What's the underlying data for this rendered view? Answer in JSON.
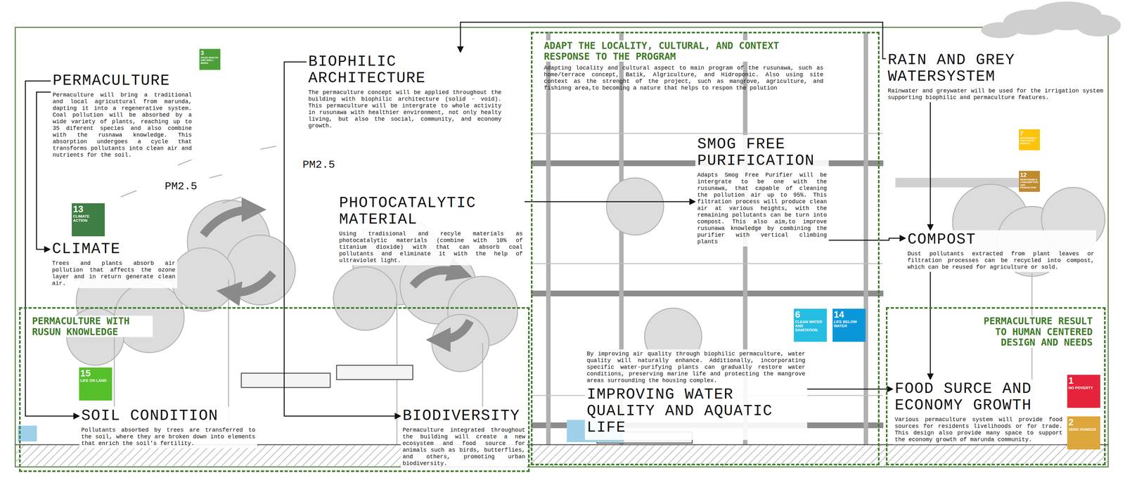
{
  "diagram": {
    "nodes": [
      {
        "text": [
          "PERMACULTURE",
          "Permaculture will bring a traditional and local agricuttural from marunda, dapting it into a regenerative system. Coal pollution will be absorbed by a wide variety of plants, reaching up to 35 diferent species and also combine with the rusnawa knowledge. This absorption undergoes a cycle that transforms pollutants into clean air and nutrients for the soil."
        ]
      },
      {
        "text": [
          "BIOPHILIC ARCHITECTURE",
          "The permaculture concept will be applied throughout the building with biophilic architecture (solid - void). This permaculture will be intergrate to whole activity in rusunawa with healthier environment, not only healty living, but also the social, community, and economy growth."
        ]
      },
      {
        "text": [
          "ADAPT THE LOCALITY, CULTURAL, AND CONTEXT RESPONSE TO THE PROGRAM",
          "Adapting locality and cultural aspect to main program of the rusunawa, such as home/terrace concept, Batik, Algriculture, and Hidroponic. Also using site context as the strenght of the project, such as mangrove, agriculture, and fishinng area,to becoming a nature that helps to respon the polution"
        ]
      },
      {
        "text": [
          "RAIN AND GREY WATERSYSTEM",
          "Rainwater and greywater will be used for the irrigation system supporting biophilic and permaculture features."
        ]
      },
      {
        "text": [
          "SMOG FREE PURIFICATION",
          "Adapts Smog Free Purifier will be intergrate to be one with the rusunawa, that capable of cleaning the pollution air up to 95%. This filtration process will produce clean air at various heights, with the remaining pollutants can be turn into compost. This also aim,to improve rusunawa knowledge by combining the purifier with vertical climbing plants"
        ],
        "in": 2
      },
      {
        "text": [
          "PHOTOCATALYTIC MATERIAL",
          "Using tradisional and recyle materials as photocatalytic materials (combine with 10% of titanium dioxide) with that can absorb coal pollutants and eliminate it with the help of ultraviolet light."
        ]
      },
      {
        "text": [
          "CLIMATE",
          "Trees and plants absorb air pollution that affects the ozone layer and in return generate clean air."
        ]
      },
      {
        "text": [
          "COMPOST",
          "Dust pollutants extracted from plant leaves or filtration processes can be recycled into compost, which can be reused for agriculture or sold."
        ]
      },
      {
        "text": [
          "PERMACULTURE WITH RUSUN KNOWLEDGE"
        ]
      },
      {
        "text": [
          "PERMACULTURE RESULT TO HUMAN CENTERED DESIGN AND NEEDS"
        ]
      },
      {
        "text": [
          "By improving air quality through biophilic permaculture, water quality will naturally enhance. Additionally, incorporating specific water-purifying plants can gradually restore water conditions, preserving marine life and protecting the mangrove areas surrounding the housing complex.",
          "IMPROVING WATER QUALITY AND AQUATIC LIFE"
        ],
        "in": 2
      },
      {
        "text": [
          "SOIL CONDITION",
          "Pollutants absorbed by trees are transferred to the soil, where they are broken down into elements that enrich the soil's fertility."
        ],
        "in": 8
      },
      {
        "text": [
          "BIODIVERSITY",
          "Permaculture integrated throughout the building will create a new ecosystem and food source for animals such as birds, butterflies, and others, promoting urban biodiversity."
        ],
        "in": 8
      },
      {
        "text": [
          "FOOD SURCE AND ECONOMY GROWTH",
          "Various permaculture system will provide food sources for residents livelihoods or for trade. This design also provide many space to support the economy growth of marunda community."
        ],
        "in": 9
      }
    ],
    "edges": [
      {
        "from": 0,
        "to": 6,
        "arrow": "to"
      },
      {
        "from": 0,
        "to": 11,
        "arrow": "to"
      },
      {
        "from": 3,
        "to": 1,
        "arrow": "to"
      },
      {
        "from": 1,
        "to": 12,
        "arrow": "to"
      },
      {
        "from": 5,
        "to": 4,
        "arrow": "to"
      },
      {
        "from": 4,
        "to": 7,
        "arrow": "to"
      },
      {
        "from": 3,
        "to": 7,
        "arrow": "to"
      },
      {
        "from": 7,
        "to": 13,
        "arrow": "to"
      },
      {
        "from": 10,
        "to": 13,
        "arrow": "to"
      }
    ],
    "labels": [
      "PM2.5",
      "PM2.5",
      "3",
      "GOOD HEALTH AND WELL-BEING",
      "13",
      "CLIMATE ACTION",
      "15",
      "LIFE ON LAND",
      "7",
      "AFFORDABLE AND CLEAN ENERGY",
      "12",
      "RESPONSIBLE CONSUMPTION AND PRODUCTION",
      "6",
      "CLEAN WATER AND SANITATION",
      "14",
      "LIFE BELOW WATER",
      "1",
      "NO POVERTY",
      "2",
      "ZERO HUNGER"
    ]
  }
}
